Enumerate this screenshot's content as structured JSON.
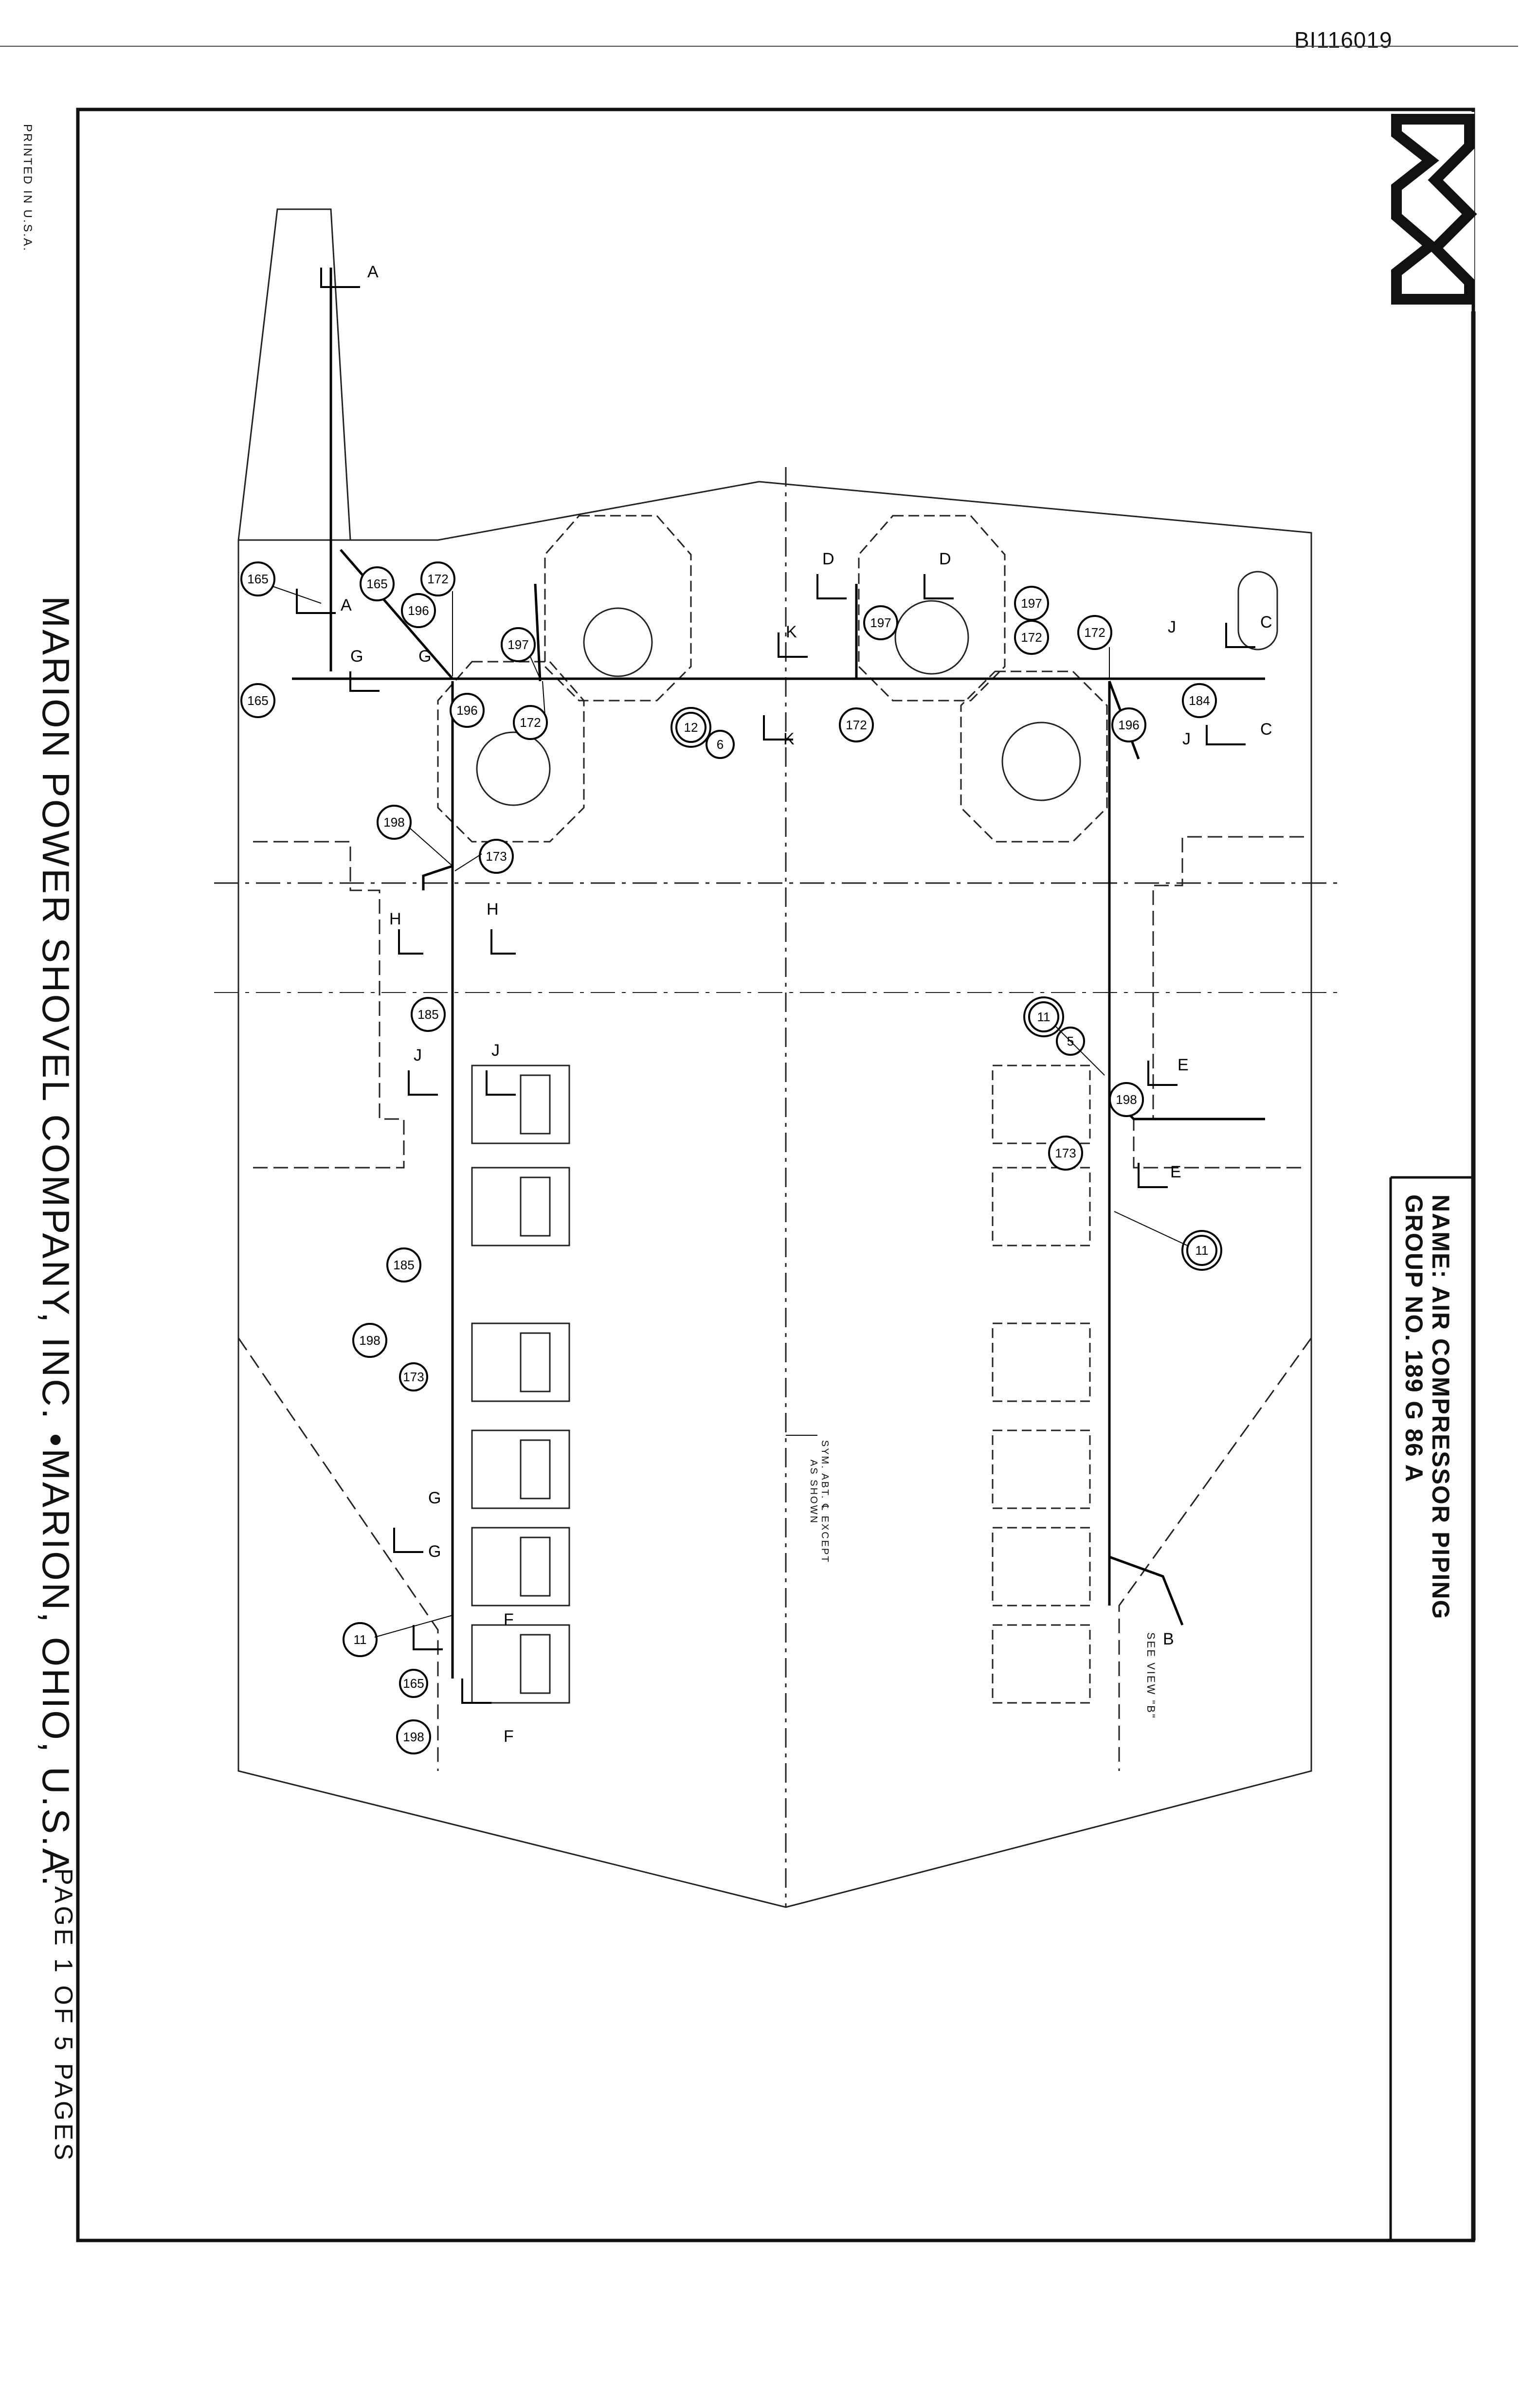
{
  "document": {
    "doc_id": "BI116019",
    "printed_note": "PRINTED IN U.S.A.",
    "company_line": "MARION POWER SHOVEL COMPANY, INC. •MARION, OHIO, U.S.A.",
    "page_line": "PAGE  1  OF  5  PAGES",
    "title_name": "NAME: AIR COMPRESSOR PIPING",
    "title_group": "GROUP NO. 189 G 86 A",
    "logo_letter": "M"
  },
  "notes": {
    "sym_line1": "SYM. ABT. ℄ EXCEPT",
    "sym_line2": "AS SHOWN",
    "see_view": "SEE VIEW \"B\""
  },
  "callouts": {
    "c1": "165",
    "c2": "165",
    "c3": "165",
    "c4": "172",
    "c5": "196",
    "c6": "196",
    "c7": "197",
    "c8": "172",
    "c9": "12",
    "c10": "6",
    "c11": "197",
    "c12": "172",
    "c13": "197",
    "c14": "172",
    "c15": "172",
    "c16": "196",
    "c17": "184",
    "c18": "198",
    "c19": "173",
    "c20": "185",
    "c21": "185",
    "c22": "198",
    "c23": "173",
    "c24": "11",
    "c25": "165",
    "c26": "198",
    "c27": "11",
    "c28": "5",
    "c29": "198",
    "c30": "173",
    "c31": "11"
  },
  "section_marks": {
    "A": "A",
    "B": "B",
    "C": "C",
    "D": "D",
    "E": "E",
    "F": "F",
    "G": "G",
    "H": "H",
    "J": "J",
    "K": "K"
  }
}
